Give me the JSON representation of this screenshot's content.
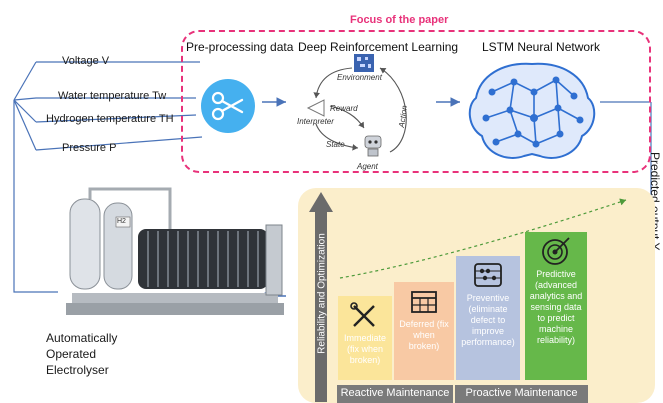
{
  "focus": {
    "title": "Focus of the paper",
    "border_color": "#e8327a"
  },
  "inputs": {
    "voltage": "Voltage V",
    "water": "Water temperature Tw",
    "hydrogen": "Hydrogen temperature TH",
    "pressure": "Pressure P"
  },
  "stages": {
    "preprocessing": "Pre-processing data",
    "drl": "Deep Reinforcement Learning",
    "lstm": "LSTM Neural Network"
  },
  "rl_loop": {
    "environment": "Environment",
    "interpreter": "Interpreter",
    "reward": "Reward",
    "state": "State",
    "action": "Action",
    "agent": "Agent"
  },
  "predicted_output": "Predicted output Y",
  "electrolyser_label": "Automatically Operated Electrolyser",
  "electrolyser_tag": "H2",
  "maintenance": {
    "axis_label": "Reliability and Optimization",
    "bars": [
      {
        "label": "Immediate (fix when broken)",
        "color": "#fbe59a",
        "icon": "tools-icon"
      },
      {
        "label": "Deferred (fix when broken)",
        "color": "#f8c9a4",
        "icon": "calendar-icon"
      },
      {
        "label": "Preventive (eliminate defect to improve performance)",
        "color": "#b6c3df",
        "icon": "abacus-icon"
      },
      {
        "label": "Predictive (advanced analytics and sensing data to predict machine reliability)",
        "color": "#66b84a",
        "icon": "target-icon"
      }
    ],
    "groups": [
      "Reactive Maintenance",
      "Proactive Maintenance"
    ]
  }
}
